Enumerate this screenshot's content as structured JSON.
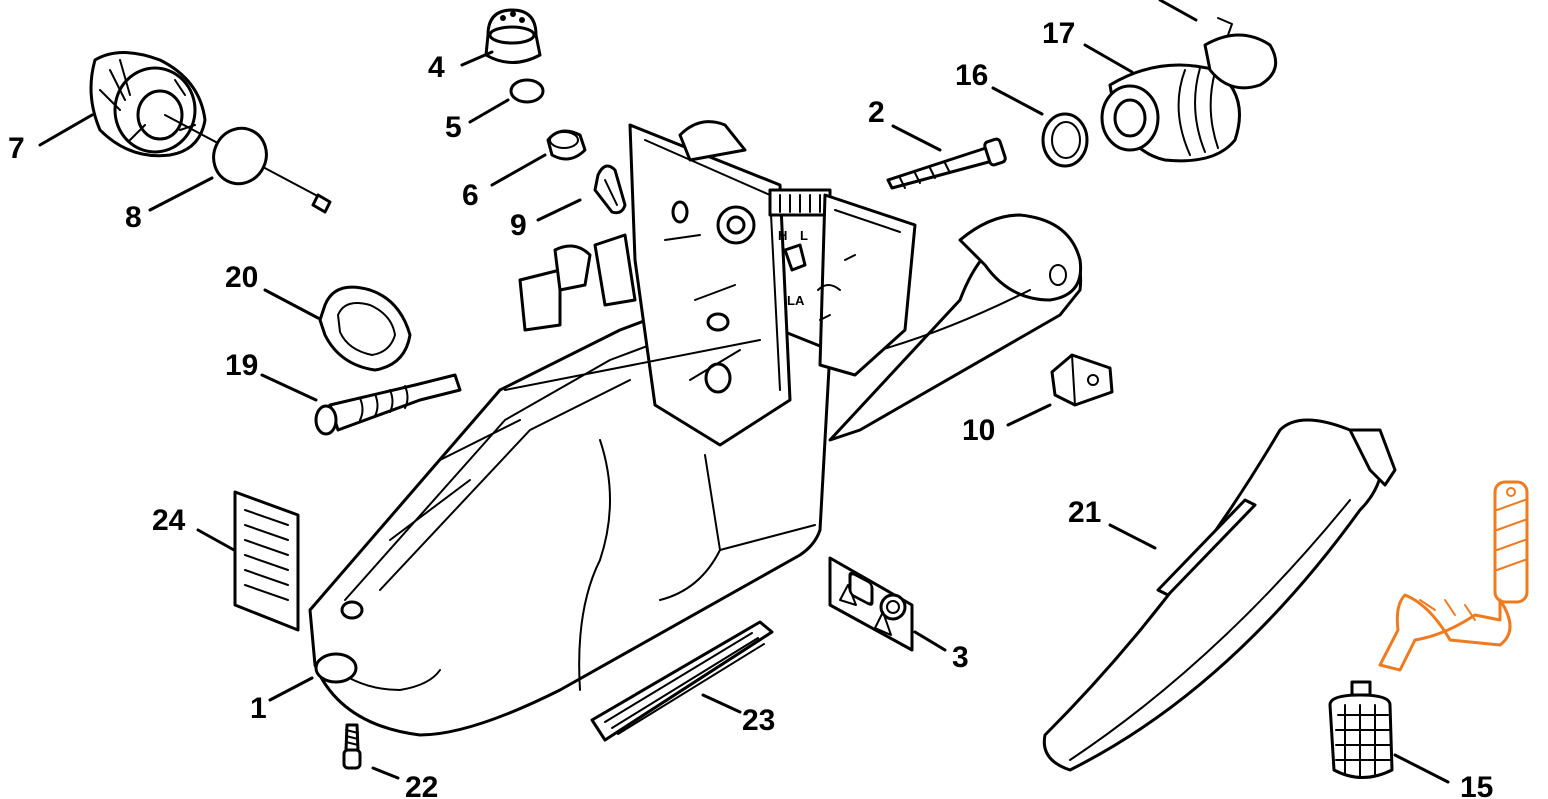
{
  "callouts": [
    {
      "id": "1",
      "label": "1"
    },
    {
      "id": "2",
      "label": "2"
    },
    {
      "id": "3",
      "label": "3"
    },
    {
      "id": "4",
      "label": "4"
    },
    {
      "id": "5",
      "label": "5"
    },
    {
      "id": "6",
      "label": "6"
    },
    {
      "id": "7",
      "label": "7"
    },
    {
      "id": "8",
      "label": "8"
    },
    {
      "id": "9",
      "label": "9"
    },
    {
      "id": "10",
      "label": "10"
    },
    {
      "id": "15",
      "label": "15"
    },
    {
      "id": "16",
      "label": "16"
    },
    {
      "id": "17",
      "label": "17"
    },
    {
      "id": "19",
      "label": "19"
    },
    {
      "id": "20",
      "label": "20"
    },
    {
      "id": "21",
      "label": "21"
    },
    {
      "id": "22",
      "label": "22"
    },
    {
      "id": "23",
      "label": "23"
    },
    {
      "id": "24",
      "label": "24"
    }
  ],
  "markings": {
    "h": "H",
    "l": "L",
    "la": "LA"
  },
  "colors": {
    "line": "#000000",
    "highlight": "#f07a1e",
    "background": "#ffffff"
  },
  "highlighted_part": "fuel-pickup-hose"
}
